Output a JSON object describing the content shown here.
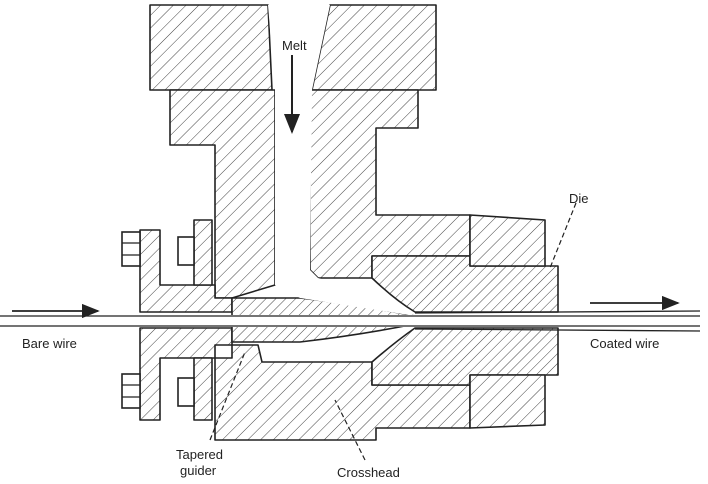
{
  "labels": {
    "melt": "Melt",
    "die": "Die",
    "bare_wire": "Bare wire",
    "coated_wire": "Coated wire",
    "tapered_guider_line1": "Tapered",
    "tapered_guider_line2": "guider",
    "crosshead": "Crosshead"
  },
  "colors": {
    "ink": "#222222",
    "background": "#ffffff",
    "melt_fill": "#ffffff"
  }
}
